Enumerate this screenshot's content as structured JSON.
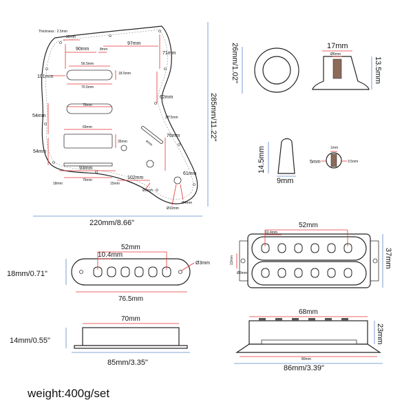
{
  "pickguard": {
    "thickness": "Thickness : 2.5mm",
    "d32": "32mm",
    "d90": "90mm",
    "d8": "8mm",
    "d97": "97mm",
    "d71": "71mm",
    "d101": "101mm",
    "d56_5": "56.5mm",
    "d18_5": "18.5mm",
    "d70_5": "70.5mm",
    "d62": "62mm",
    "d76a": "76mm",
    "d54a": "54mm",
    "d28x2": "28*2mm",
    "d69": "69mm",
    "d4": "4mm",
    "d76b": "76mm",
    "d35": "35mm",
    "d54b": "54mm",
    "d93": "93mm",
    "d76c": "76mm",
    "d18": "18mm",
    "d15": "15mm",
    "d102": "102mm",
    "d3": "Ø3mm",
    "d61": "61mm",
    "d4b": "Ø4mm",
    "d10": "Ø10mm",
    "width": "220mm/8.66\"",
    "height": "285mm/11.22\""
  },
  "knob": {
    "d26": "26mm/1.02\"",
    "d17": "17mm",
    "d6": "Ø6mm",
    "d13_5": "13.5mm"
  },
  "tip": {
    "d14_5": "14.5mm",
    "d9": "9mm",
    "d1": "1mm",
    "d5": "5mm",
    "d3_5": "3.5mm"
  },
  "single_top": {
    "d52": "52mm",
    "d10_4": "10.4mm",
    "d3": "Ø3mm",
    "d76_5": "76.5mm",
    "height": "18mm/0.71\""
  },
  "single_side": {
    "d70": "70mm",
    "d85": "85mm/3.35\"",
    "height": "14mm/0.55\""
  },
  "humbucker_top": {
    "d52": "52mm",
    "d10_4": "10.4mm",
    "d37": "37mm",
    "d13": "13mm",
    "d3": "Ø3mm"
  },
  "humbucker_side": {
    "d68": "68mm",
    "d23": "23mm",
    "d80": "80mm",
    "d86": "86mm/3.39\""
  },
  "weight": "weight:400g/set"
}
